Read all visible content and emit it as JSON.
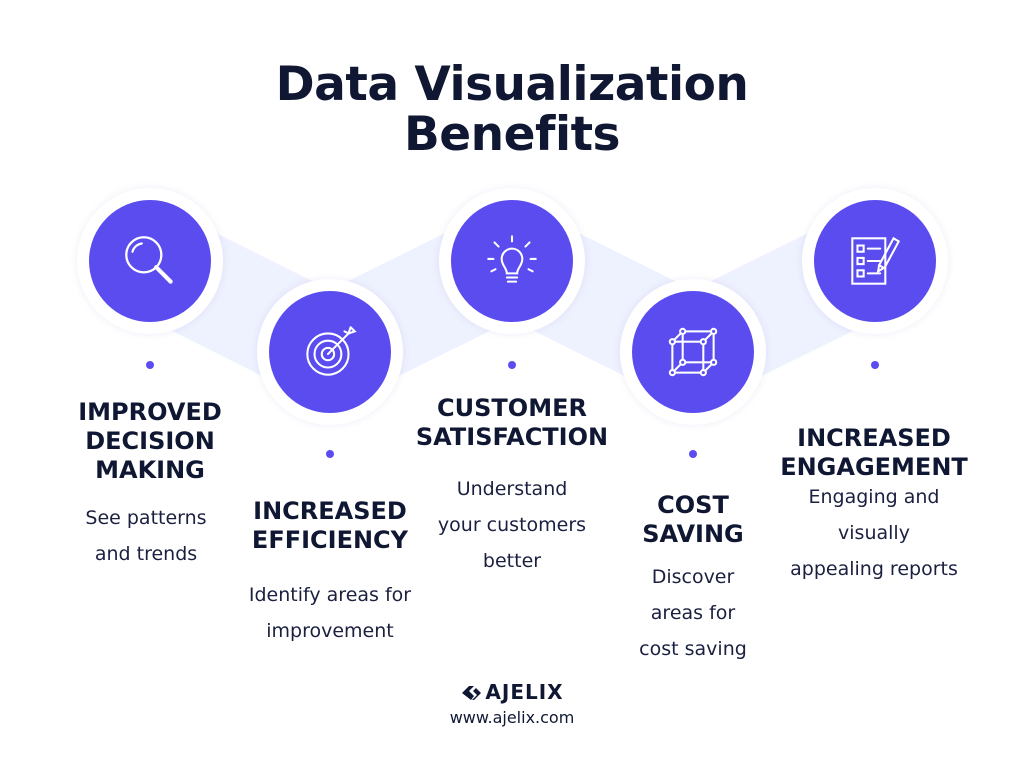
{
  "title": {
    "line1": "Data Visualization",
    "line2": "Benefits"
  },
  "colors": {
    "accent": "#5b4cf0",
    "band": "#eef1fe",
    "text": "#0f1733"
  },
  "benefits": [
    {
      "heading_lines": [
        "IMPROVED",
        "DECISION",
        "MAKING"
      ],
      "desc_lines": [
        "See patterns",
        "and trends"
      ],
      "icon": "magnifier-icon"
    },
    {
      "heading_lines": [
        "INCREASED",
        "EFFICIENCY"
      ],
      "desc_lines": [
        "Identify areas for",
        "improvement"
      ],
      "icon": "target-icon"
    },
    {
      "heading_lines": [
        "CUSTOMER",
        "SATISFACTION"
      ],
      "desc_lines": [
        "Understand",
        "your customers",
        "better"
      ],
      "icon": "lightbulb-icon"
    },
    {
      "heading_lines": [
        "COST",
        "SAVING"
      ],
      "desc_lines": [
        "Discover",
        "areas for",
        "cost saving"
      ],
      "icon": "cube-icon"
    },
    {
      "heading_lines": [
        "INCREASED",
        "ENGAGEMENT"
      ],
      "desc_lines": [
        "Engaging and",
        "visually",
        "appealing reports"
      ],
      "icon": "checklist-icon"
    }
  ],
  "footer": {
    "logo_text": "AJELIX",
    "url": "www.ajelix.com"
  }
}
